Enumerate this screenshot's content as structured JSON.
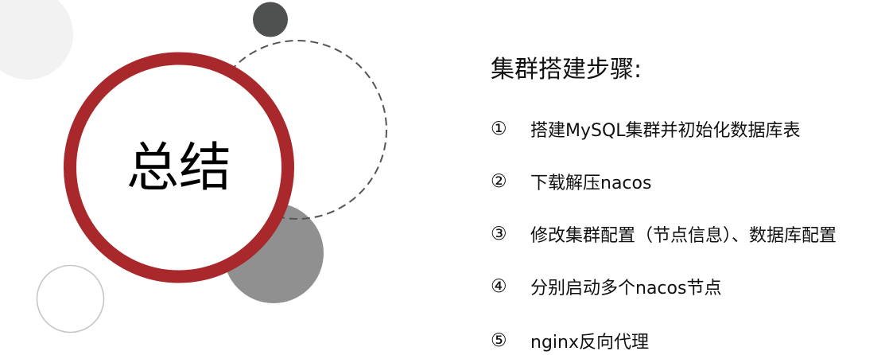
{
  "slide": {
    "badge_title": "总结",
    "colors": {
      "accent_red": "#a8282b",
      "dark_gray": "#4e5150",
      "mid_gray": "#909090",
      "light_gray": "#f2f2f2",
      "outline_gray": "#c6c6c6",
      "dashed_gray": "#555555"
    }
  },
  "steps": {
    "title": "集群搭建步骤:",
    "items": [
      {
        "num": "①",
        "text": "搭建MySQL集群并初始化数据库表"
      },
      {
        "num": "②",
        "text": "下载解压nacos"
      },
      {
        "num": "③",
        "text": "修改集群配置（节点信息）、数据库配置"
      },
      {
        "num": "④",
        "text": "分别启动多个nacos节点"
      },
      {
        "num": "⑤",
        "text": "nginx反向代理"
      }
    ]
  }
}
